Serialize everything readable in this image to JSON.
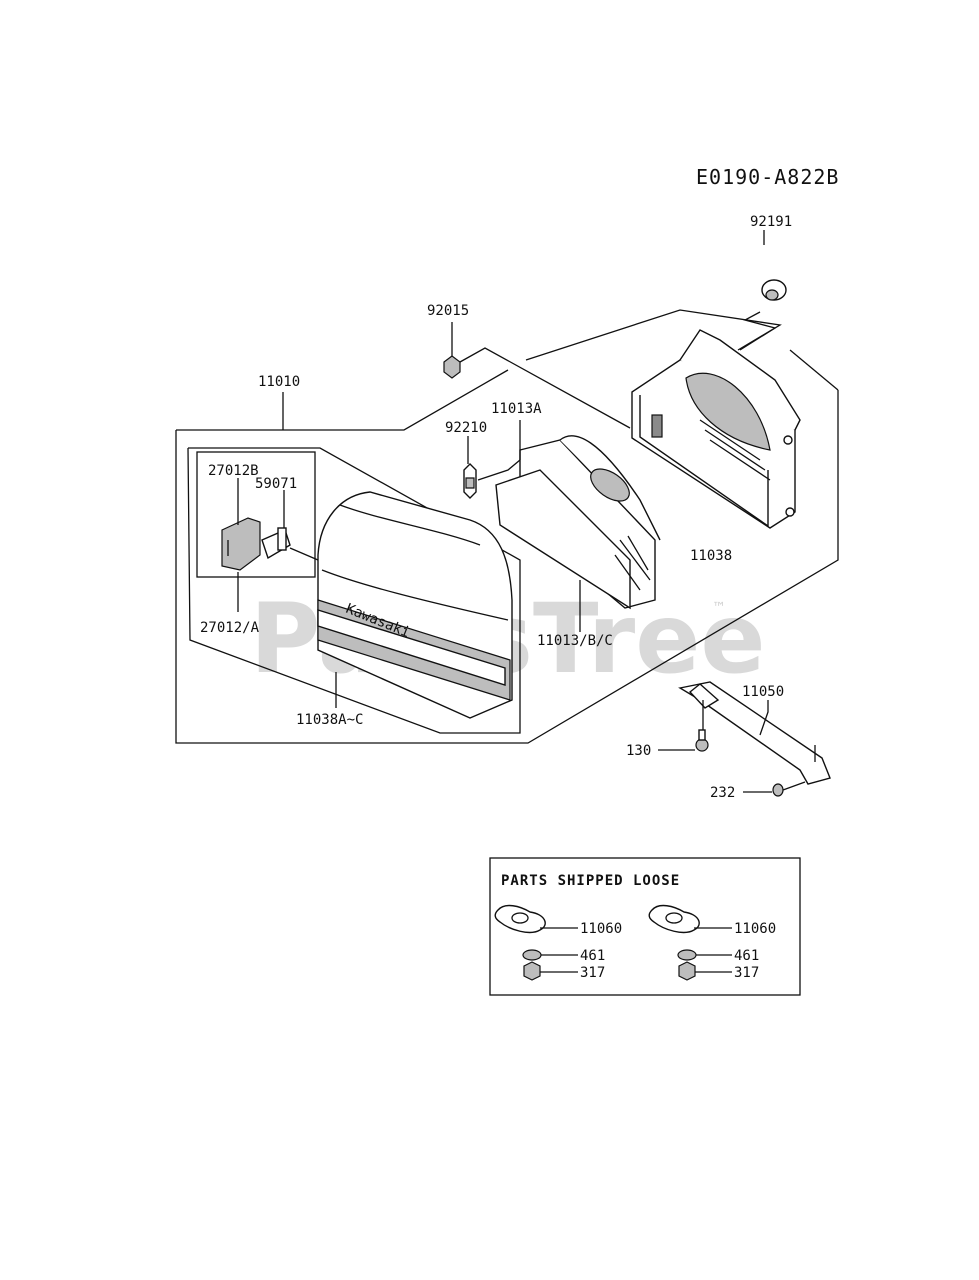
{
  "diagram_code": "E0190-A822B",
  "watermark": "PartsTree",
  "watermark_tm": "™",
  "brand_on_cover": "Kawasaki",
  "labels": {
    "p92191": "92191",
    "p92015": "92015",
    "p11010": "11010",
    "p11013a": "11013A",
    "p92210": "92210",
    "p27012b": "27012B",
    "p59071": "59071",
    "p11038": "11038",
    "p27012a": "27012/A",
    "p11013bc": "11013/B/C",
    "p11038ac": "11038A~C",
    "p11050": "11050",
    "p130": "130",
    "p232": "232"
  },
  "loose": {
    "title": "PARTS SHIPPED LOOSE",
    "left": {
      "gasket": "11060",
      "washer": "461",
      "nut": "317"
    },
    "right": {
      "gasket": "11060",
      "washer": "461",
      "nut": "317"
    }
  }
}
